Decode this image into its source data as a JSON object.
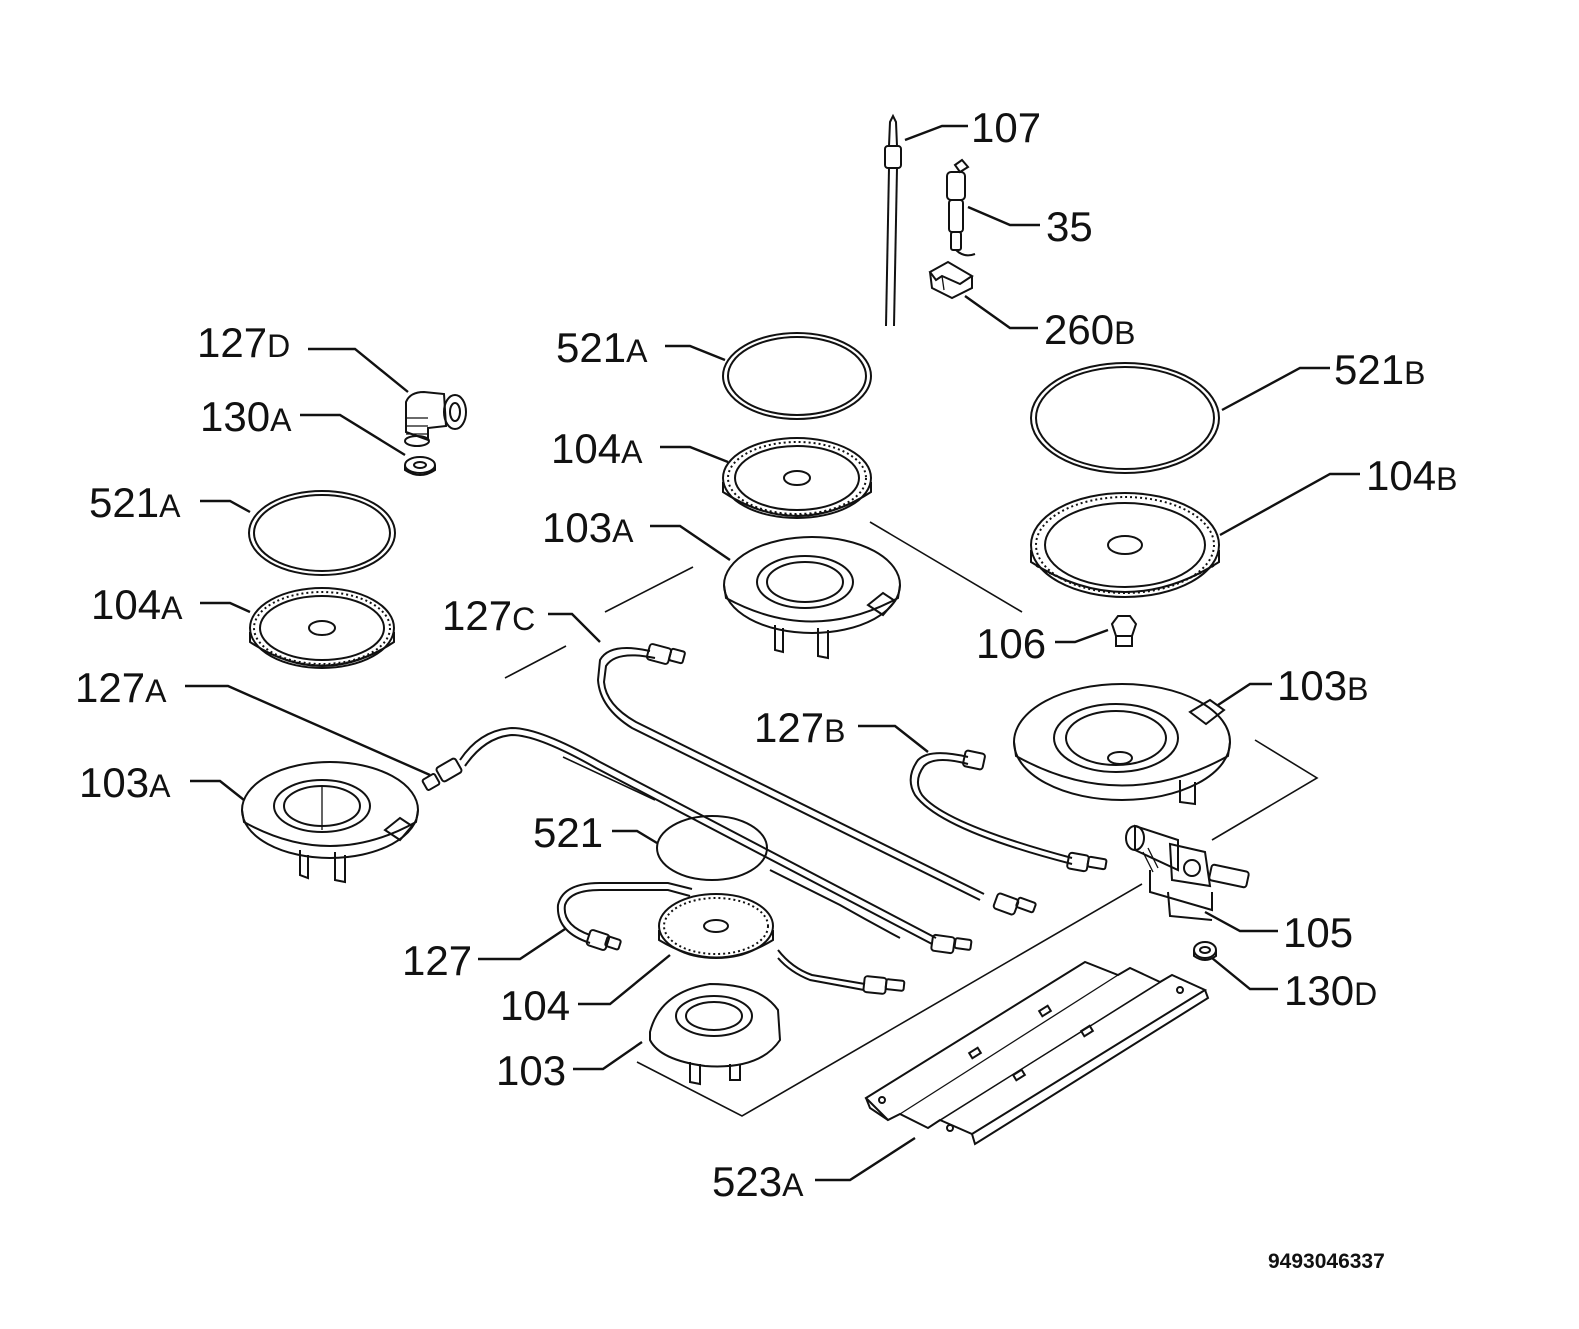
{
  "labels": {
    "l107": {
      "num": "107",
      "sfx": ""
    },
    "l35": {
      "num": "35",
      "sfx": ""
    },
    "l260b": {
      "num": "260",
      "sfx": "B"
    },
    "l521a_center": {
      "num": "521",
      "sfx": "A"
    },
    "l521b": {
      "num": "521",
      "sfx": "B"
    },
    "l104a_center": {
      "num": "104",
      "sfx": "A"
    },
    "l104b": {
      "num": "104",
      "sfx": "B"
    },
    "l103a_center": {
      "num": "103",
      "sfx": "A"
    },
    "l106": {
      "num": "106",
      "sfx": ""
    },
    "l103b": {
      "num": "103",
      "sfx": "B"
    },
    "l127d": {
      "num": "127",
      "sfx": "D"
    },
    "l130a": {
      "num": "130",
      "sfx": "A"
    },
    "l521a_left": {
      "num": "521",
      "sfx": "A"
    },
    "l104a_left": {
      "num": "104",
      "sfx": "A"
    },
    "l127c": {
      "num": "127",
      "sfx": "C"
    },
    "l127a": {
      "num": "127",
      "sfx": "A"
    },
    "l103a_left": {
      "num": "103",
      "sfx": "A"
    },
    "l127b": {
      "num": "127",
      "sfx": "B"
    },
    "l521": {
      "num": "521",
      "sfx": ""
    },
    "l105": {
      "num": "105",
      "sfx": ""
    },
    "l127": {
      "num": "127",
      "sfx": ""
    },
    "l104": {
      "num": "104",
      "sfx": ""
    },
    "l130d": {
      "num": "130",
      "sfx": "D"
    },
    "l103": {
      "num": "103",
      "sfx": ""
    },
    "l523a": {
      "num": "523",
      "sfx": "A"
    }
  },
  "drawing_code": "9493046337"
}
